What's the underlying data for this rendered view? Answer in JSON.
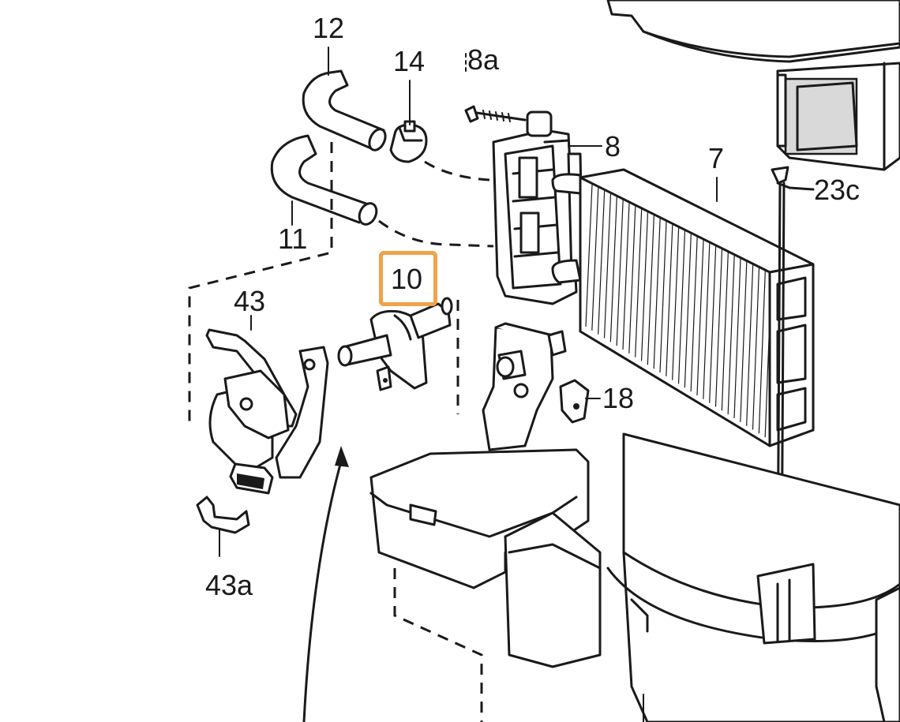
{
  "diagram": {
    "callouts": [
      {
        "id": "c12",
        "label": "12"
      },
      {
        "id": "c14",
        "label": "14"
      },
      {
        "id": "c8a",
        "label": "8a"
      },
      {
        "id": "c8",
        "label": "8"
      },
      {
        "id": "c7",
        "label": "7"
      },
      {
        "id": "c23c",
        "label": "23c"
      },
      {
        "id": "c11",
        "label": "11"
      },
      {
        "id": "c10",
        "label": "10"
      },
      {
        "id": "c43",
        "label": "43"
      },
      {
        "id": "c18",
        "label": "18"
      },
      {
        "id": "c43a",
        "label": "43a"
      }
    ],
    "highlighted_callout": "10",
    "highlight_color": "#f0a24a"
  }
}
